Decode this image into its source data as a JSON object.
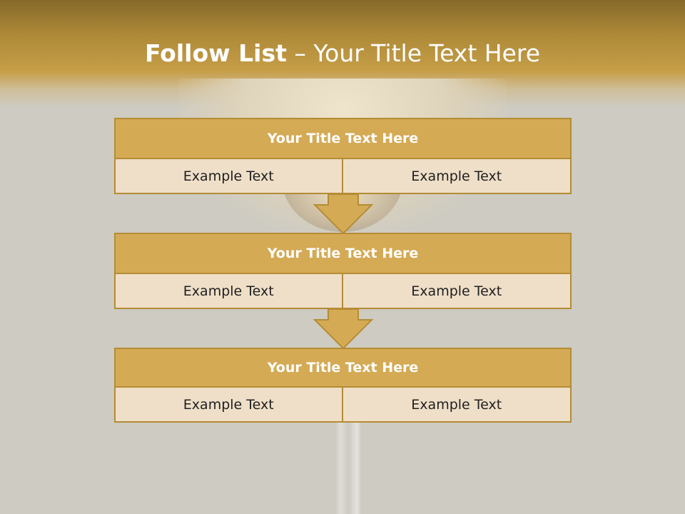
{
  "slide": {
    "title_bold": "Follow List",
    "title_rest": "– Your Title Text Here"
  },
  "colors": {
    "header": "#ae8a38",
    "block_title_fill": "#d4aa55",
    "block_cell_fill": "#efdfc8",
    "border": "#b58c35",
    "background": "#cdcbc2"
  },
  "blocks": [
    {
      "title": "Your Title Text Here",
      "left": "Example Text",
      "right": "Example Text"
    },
    {
      "title": "Your Title Text Here",
      "left": "Example Text",
      "right": "Example Text"
    },
    {
      "title": "Your Title Text Here",
      "left": "Example Text",
      "right": "Example Text"
    }
  ],
  "connectors": [
    "down-arrow-icon",
    "down-arrow-icon"
  ]
}
